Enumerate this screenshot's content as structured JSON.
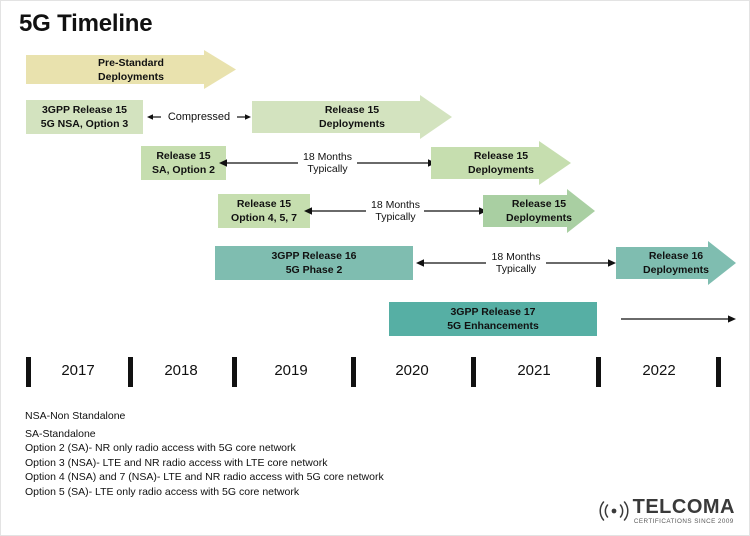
{
  "page": {
    "title": "5G Timeline",
    "background": "#ffffff",
    "text_color": "#111111"
  },
  "colors": {
    "prestandard": "#E9E2AE",
    "light_green": "#D3E3BF",
    "mid_green": "#C6DEAF",
    "green": "#A9CFA2",
    "teal": "#7FBDB0",
    "teal_dark": "#56AFA4",
    "tick": "#111111"
  },
  "rows": [
    {
      "id": "pre-standard",
      "kind": "arrow",
      "label_line1": "Pre-Standard",
      "label_line2": "Deployments",
      "color": "#E9E2AE"
    },
    {
      "id": "release-15-nsa",
      "left_box": {
        "line1": "3GPP Release 15",
        "line2": "5G NSA, Option 3",
        "color": "#D3E3BF"
      },
      "measure": {
        "line1": "Compressed",
        "line2": ""
      },
      "right_arrow": {
        "line1": "Release 15",
        "line2": "Deployments",
        "color": "#D3E3BF"
      }
    },
    {
      "id": "release-15-sa",
      "left_box": {
        "line1": "Release 15",
        "line2": "SA, Option 2",
        "color": "#C6DEAF"
      },
      "measure": {
        "line1": "18 Months",
        "line2": "Typically"
      },
      "right_arrow": {
        "line1": "Release 15",
        "line2": "Deployments",
        "color": "#C6DEAF"
      }
    },
    {
      "id": "release-15-opt457",
      "left_box": {
        "line1": "Release 15",
        "line2": "Option 4, 5, 7",
        "color": "#C6DEAF"
      },
      "measure": {
        "line1": "18 Months",
        "line2": "Typically"
      },
      "right_arrow": {
        "line1": "Release 15",
        "line2": "Deployments",
        "color": "#A9CFA2"
      }
    },
    {
      "id": "release-16",
      "left_box": {
        "line1": "3GPP Release 16",
        "line2": "5G Phase 2",
        "color": "#7FBDB0"
      },
      "measure": {
        "line1": "18 Months",
        "line2": "Typically"
      },
      "right_arrow": {
        "line1": "Release 16",
        "line2": "Deployments",
        "color": "#7FBDB0"
      }
    },
    {
      "id": "release-17",
      "left_box": {
        "line1": "3GPP Release 17",
        "line2": "5G Enhancements",
        "color": "#56AFA4"
      },
      "plain_arrow": true
    }
  ],
  "timeline": {
    "years": [
      "2017",
      "2018",
      "2019",
      "2020",
      "2021",
      "2022"
    ],
    "tick_count": 7
  },
  "footnotes": [
    "NSA-Non Standalone",
    "SA-Standalone",
    "Option 2 (SA)- NR only radio access with 5G core network",
    "Option 3 (NSA)- LTE and NR radio access with LTE core network",
    "Option 4 (NSA) and 7 (NSA)- LTE and NR radio access with 5G core network",
    "Option 5 (SA)- LTE only radio access with 5G core network"
  ],
  "logo": {
    "brand": "TELCOMA",
    "tagline": "CERTIFICATIONS SINCE 2009",
    "icon": "signal-wave-icon"
  }
}
